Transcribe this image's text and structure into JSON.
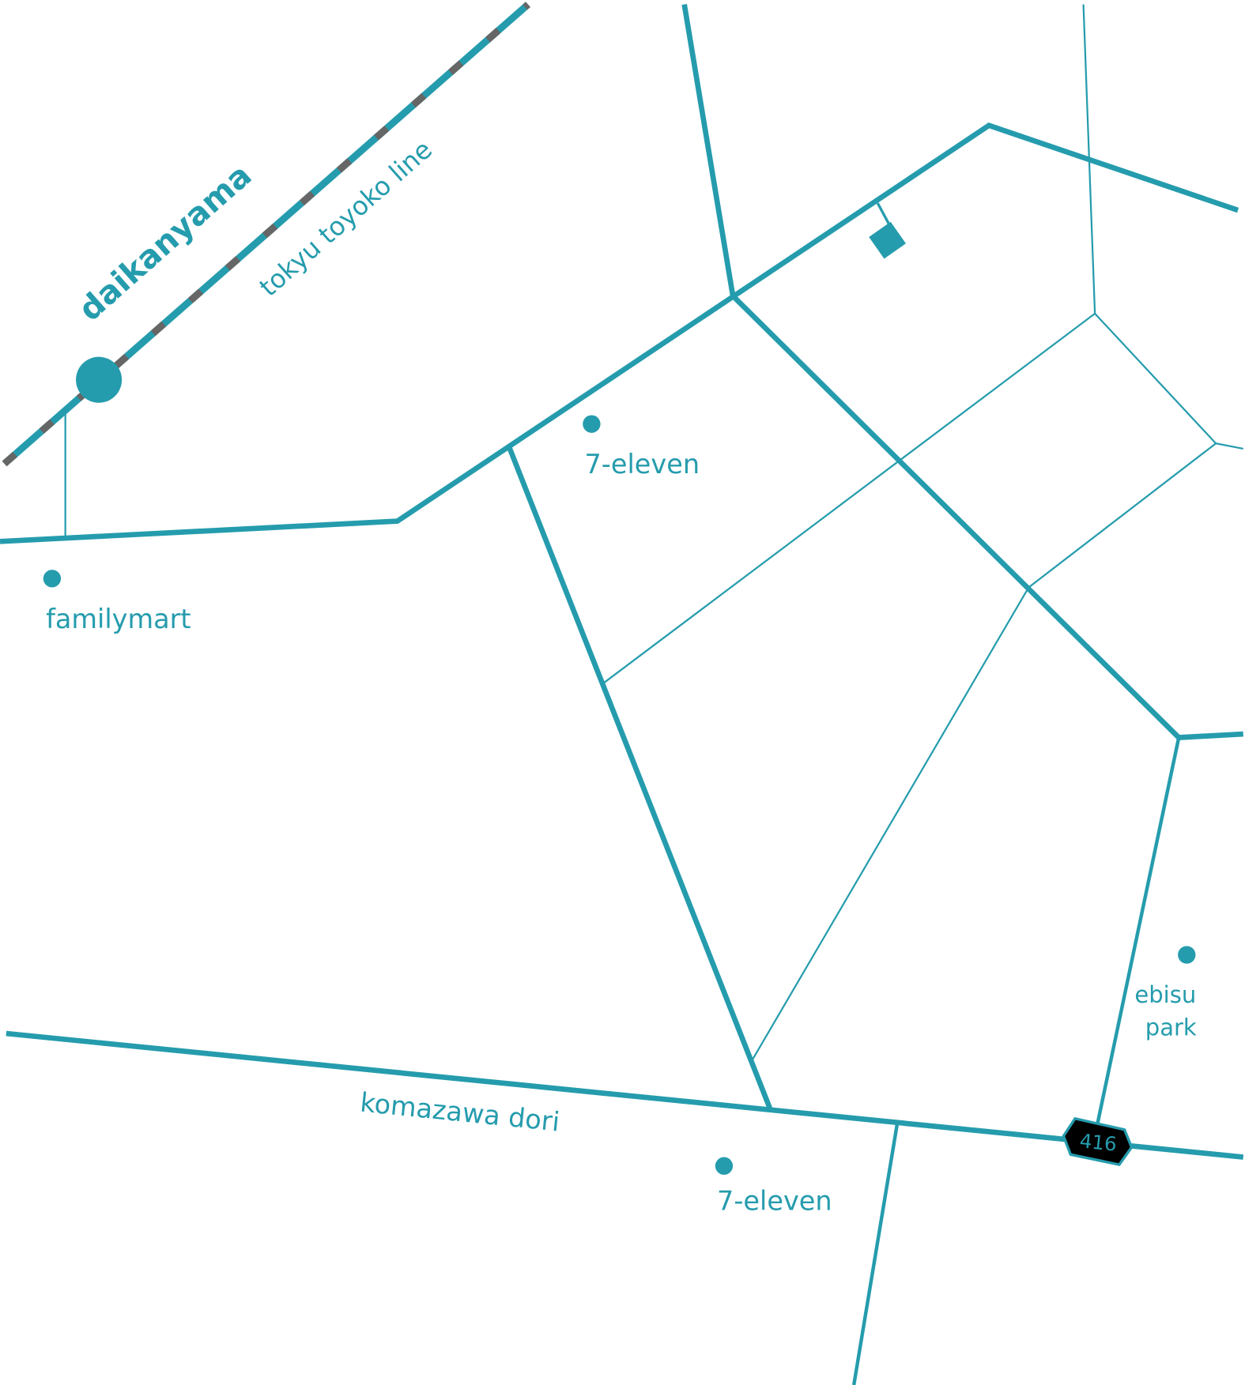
{
  "colors": {
    "road": "#259cad",
    "rail_dash": "#666666",
    "shield_fill": "#000000",
    "background": "#ffffff"
  },
  "station": {
    "name": "daikanyama"
  },
  "railway": {
    "name": "tokyu toyoko line"
  },
  "roads": {
    "main_street": "komazawa dori",
    "route_shield": "416"
  },
  "places": [
    {
      "name": "7-eleven",
      "icon": "poi-dot-icon"
    },
    {
      "name": "familymart",
      "icon": "poi-dot-icon"
    },
    {
      "name": "7-eleven",
      "icon": "poi-dot-icon"
    },
    {
      "name_line1": "ebisu",
      "name_line2": "park",
      "icon": "poi-dot-icon"
    }
  ],
  "destination": {
    "icon": "building-marker-icon"
  }
}
